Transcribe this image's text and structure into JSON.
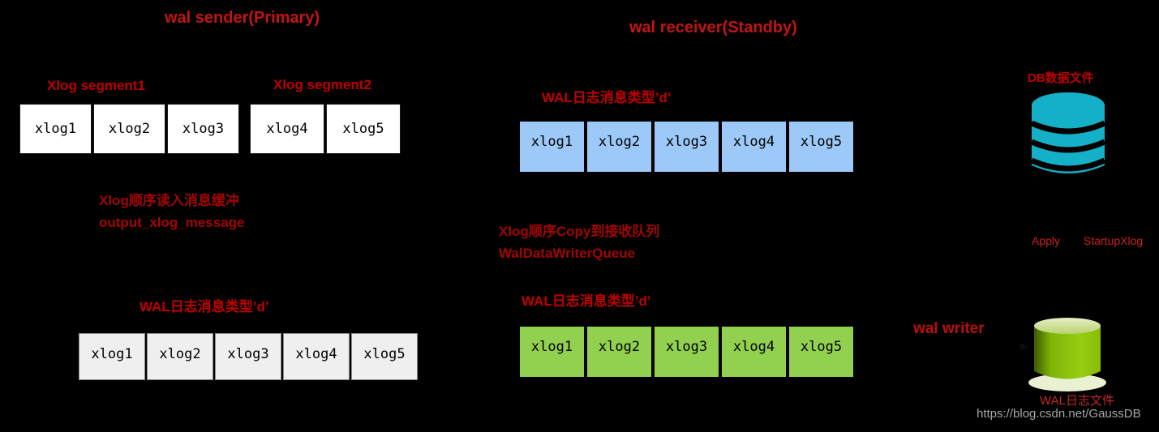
{
  "colors": {
    "background": "#000000",
    "accent_red": "#c00000",
    "note_red": "#a30505",
    "cell_white": "#ffffff",
    "cell_grey": "#efefef",
    "cell_blue": "#9cc9f8",
    "cell_green": "#92d050",
    "db_cyan": "#14b0c8",
    "wal_cylinder_green": "#8cc405",
    "watermark_grey": "#a6a6a6"
  },
  "sender": {
    "title": "wal sender(Primary)",
    "segment1": {
      "label": "Xlog segment1",
      "cells": [
        "xlog1",
        "xlog2",
        "xlog3"
      ]
    },
    "segment2": {
      "label": "Xlog segment2",
      "cells": [
        "xlog4",
        "xlog5"
      ]
    },
    "note_line1": "Xlog顺序读入消息缓冲",
    "note_line2": "output_xlog_message",
    "message_row": {
      "label": "WAL日志消息类型’d’",
      "cells": [
        "xlog1",
        "xlog2",
        "xlog3",
        "xlog4",
        "xlog5"
      ]
    }
  },
  "receiver": {
    "title": "wal receiver(Standby)",
    "incoming_row": {
      "label": "WAL日志消息类型’d’",
      "cells": [
        "xlog1",
        "xlog2",
        "xlog3",
        "xlog4",
        "xlog5"
      ]
    },
    "note_line1": "Xlog顺序Copy到接收队列",
    "note_line2": "WalDataWriterQueue",
    "queue_row": {
      "label": "WAL日志消息类型’d’",
      "cells": [
        "xlog1",
        "xlog2",
        "xlog3",
        "xlog4",
        "xlog5"
      ]
    }
  },
  "storage": {
    "db_file_label": "DB数据文件",
    "apply_label": "Apply",
    "startup_label": "StartupXlog",
    "wal_writer_label": "wal writer",
    "wal_file_label": "WAL日志文件"
  },
  "watermark": "https://blog.csdn.net/GaussDB"
}
